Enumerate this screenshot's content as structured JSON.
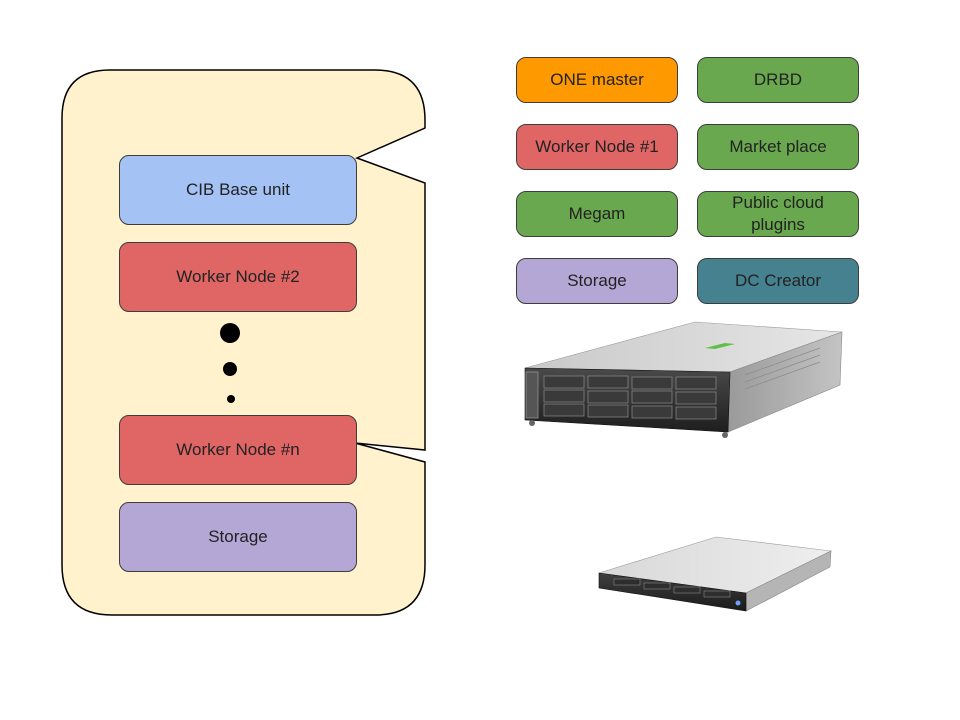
{
  "stack": {
    "items": [
      {
        "label": "CIB Base unit",
        "color": "#a4c2f4"
      },
      {
        "label": "Worker Node #2",
        "color": "#e06666"
      },
      {
        "label": "Worker Node #n",
        "color": "#e06666"
      },
      {
        "label": "Storage",
        "color": "#b4a7d6"
      }
    ],
    "background": "#fff2cc"
  },
  "legend": {
    "items": [
      {
        "label": "ONE master",
        "color": "#ff9900"
      },
      {
        "label": "DRBD",
        "color": "#6aa84f"
      },
      {
        "label": "Worker Node #1",
        "color": "#e06666"
      },
      {
        "label": "Market place",
        "color": "#6aa84f"
      },
      {
        "label": "Megam",
        "color": "#6aa84f"
      },
      {
        "label": "Public cloud plugins",
        "color": "#6aa84f"
      },
      {
        "label": "Storage",
        "color": "#b4a7d6"
      },
      {
        "label": "DC Creator",
        "color": "#45818e"
      }
    ]
  },
  "images": {
    "server_large": "2U rack server",
    "server_small": "1U rack server"
  }
}
